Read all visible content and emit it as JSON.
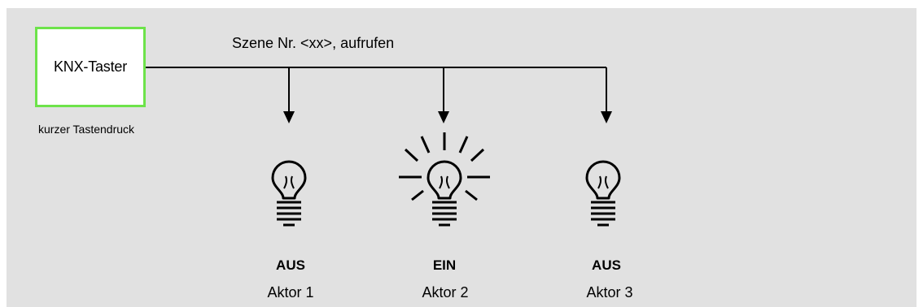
{
  "diagram": {
    "source": {
      "label": "KNX-Taster",
      "caption": "kurzer Tastendruck"
    },
    "telegram_label": "Szene Nr. <xx>, aufrufen",
    "actors": [
      {
        "name": "Aktor 1",
        "state": "AUS",
        "lit": false
      },
      {
        "name": "Aktor 2",
        "state": "EIN",
        "lit": true
      },
      {
        "name": "Aktor 3",
        "state": "AUS",
        "lit": false
      }
    ],
    "colors": {
      "panel": "#e1e1e1",
      "source_border": "#6de34a",
      "line": "#000000"
    },
    "icons": {
      "lamp": "light-bulb-icon",
      "arrow": "arrow-down-icon"
    }
  }
}
